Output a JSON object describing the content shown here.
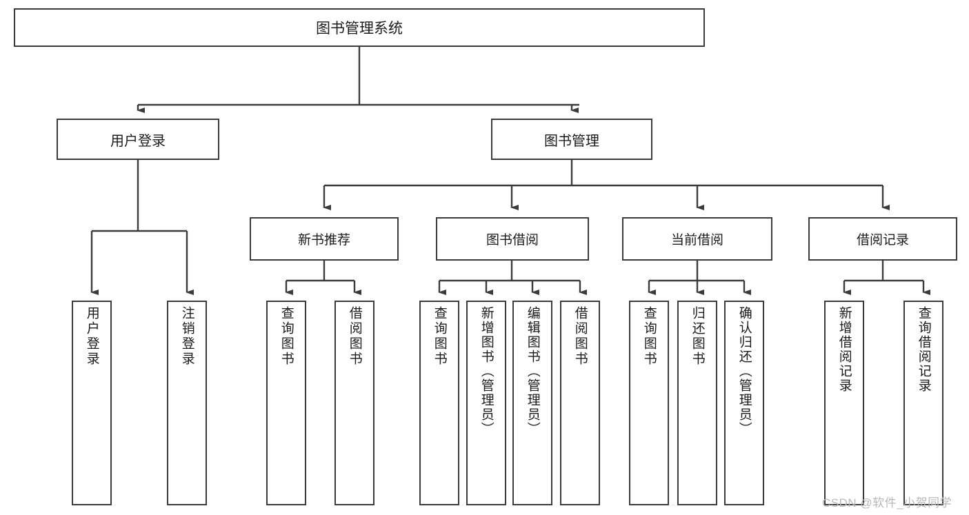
{
  "diagram": {
    "type": "tree-hierarchy-chart",
    "title": "图书管理系统",
    "stroke_color": "#3a3a3a",
    "background_color": "#ffffff",
    "root": {
      "label": "图书管理系统",
      "children": [
        {
          "label": "用户登录",
          "children": [
            {
              "label": "用户登录"
            },
            {
              "label": "注销登录"
            }
          ]
        },
        {
          "label": "图书管理",
          "children": [
            {
              "label": "新书推荐",
              "children": [
                {
                  "label": "查询图书"
                },
                {
                  "label": "借阅图书"
                }
              ]
            },
            {
              "label": "图书借阅",
              "children": [
                {
                  "label": "查询图书"
                },
                {
                  "label": "新增图书（管理员）"
                },
                {
                  "label": "编辑图书（管理员）"
                },
                {
                  "label": "借阅图书"
                }
              ]
            },
            {
              "label": "当前借阅",
              "children": [
                {
                  "label": "查询图书"
                },
                {
                  "label": "归还图书"
                },
                {
                  "label": "确认归还（管理员）"
                }
              ]
            },
            {
              "label": "借阅记录",
              "children": [
                {
                  "label": "新增借阅记录"
                },
                {
                  "label": "查询借阅记录"
                }
              ]
            }
          ]
        }
      ]
    }
  },
  "nodes": {
    "root": "图书管理系统",
    "user_login": "用户登录",
    "book_manage": "图书管理",
    "new_book_rec": "新书推荐",
    "book_borrow": "图书借阅",
    "current_borrow": "当前借阅",
    "borrow_record": "借阅记录",
    "leaf_user_login": "用户登录",
    "leaf_logout": "注销登录",
    "leaf_query_book_1": "查询图书",
    "leaf_borrow_book_1": "借阅图书",
    "leaf_query_book_2": "查询图书",
    "leaf_add_book": "新增图书（管理员）",
    "leaf_edit_book": "编辑图书（管理员）",
    "leaf_borrow_book_2": "借阅图书",
    "leaf_query_book_3": "查询图书",
    "leaf_return_book": "归还图书",
    "leaf_confirm_return": "确认归还（管理员）",
    "leaf_add_record": "新增借阅记录",
    "leaf_query_record": "查询借阅记录"
  },
  "watermark": {
    "text": "CSDN @软件_小贺同学"
  }
}
